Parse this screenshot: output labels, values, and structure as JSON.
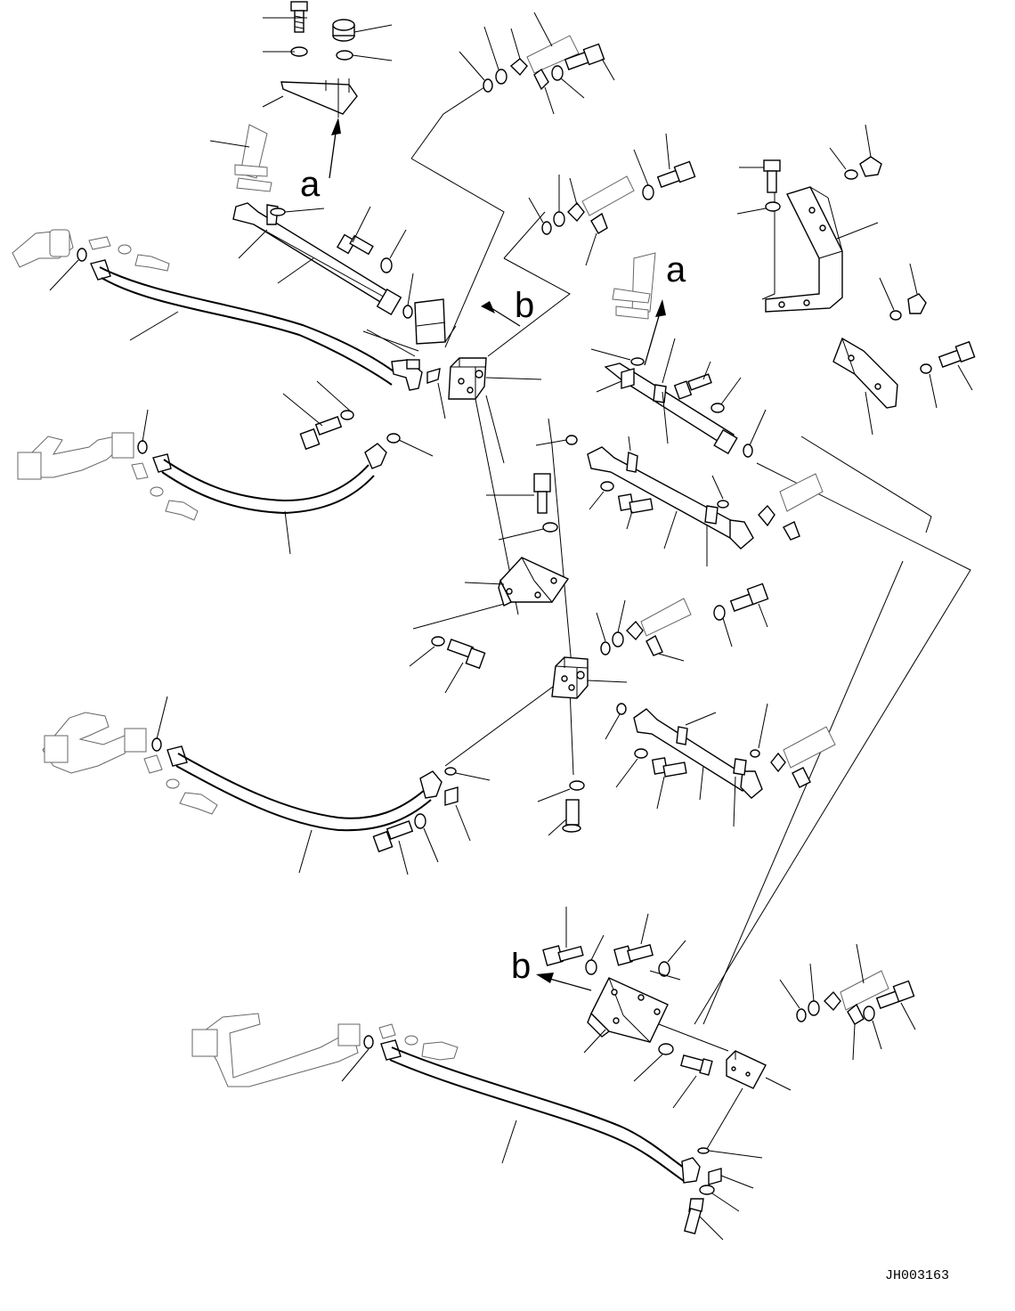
{
  "diagram": {
    "callouts": [
      {
        "id": "a-upper",
        "text": "a"
      },
      {
        "id": "b-upper",
        "text": "b"
      },
      {
        "id": "a-right",
        "text": "a"
      },
      {
        "id": "b-lower",
        "text": "b"
      }
    ],
    "drawing_code": "JH003163"
  }
}
